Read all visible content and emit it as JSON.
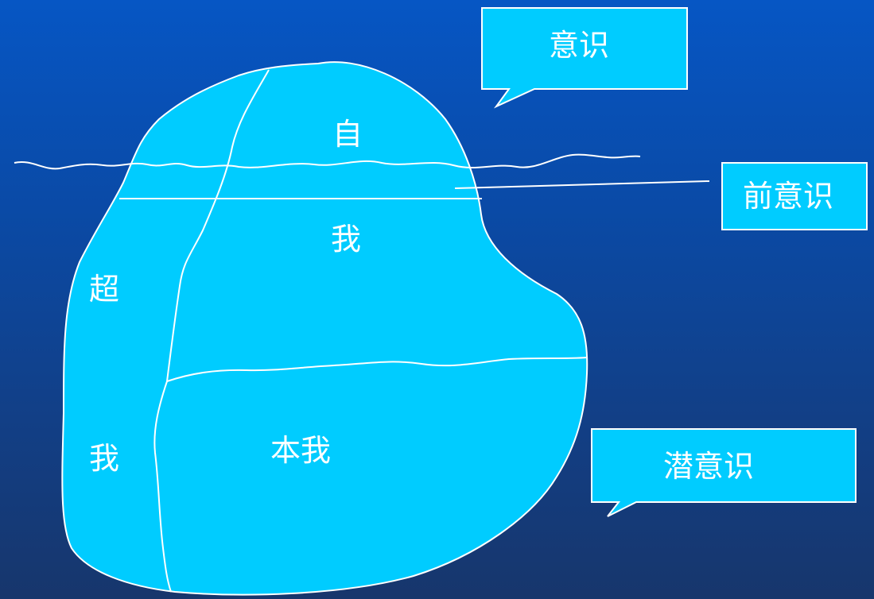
{
  "colors": {
    "ice": "#00ccff",
    "line": "#ffffff",
    "background_top": "#0656c4",
    "background_bottom": "#17366c"
  },
  "callouts": {
    "conscious": "意识",
    "preconscious": "前意识",
    "unconscious": "潜意识"
  },
  "regions": {
    "ego_top": "自",
    "ego_bottom": "我",
    "superego_top": "超",
    "superego_bottom": "我",
    "id": "本我"
  }
}
